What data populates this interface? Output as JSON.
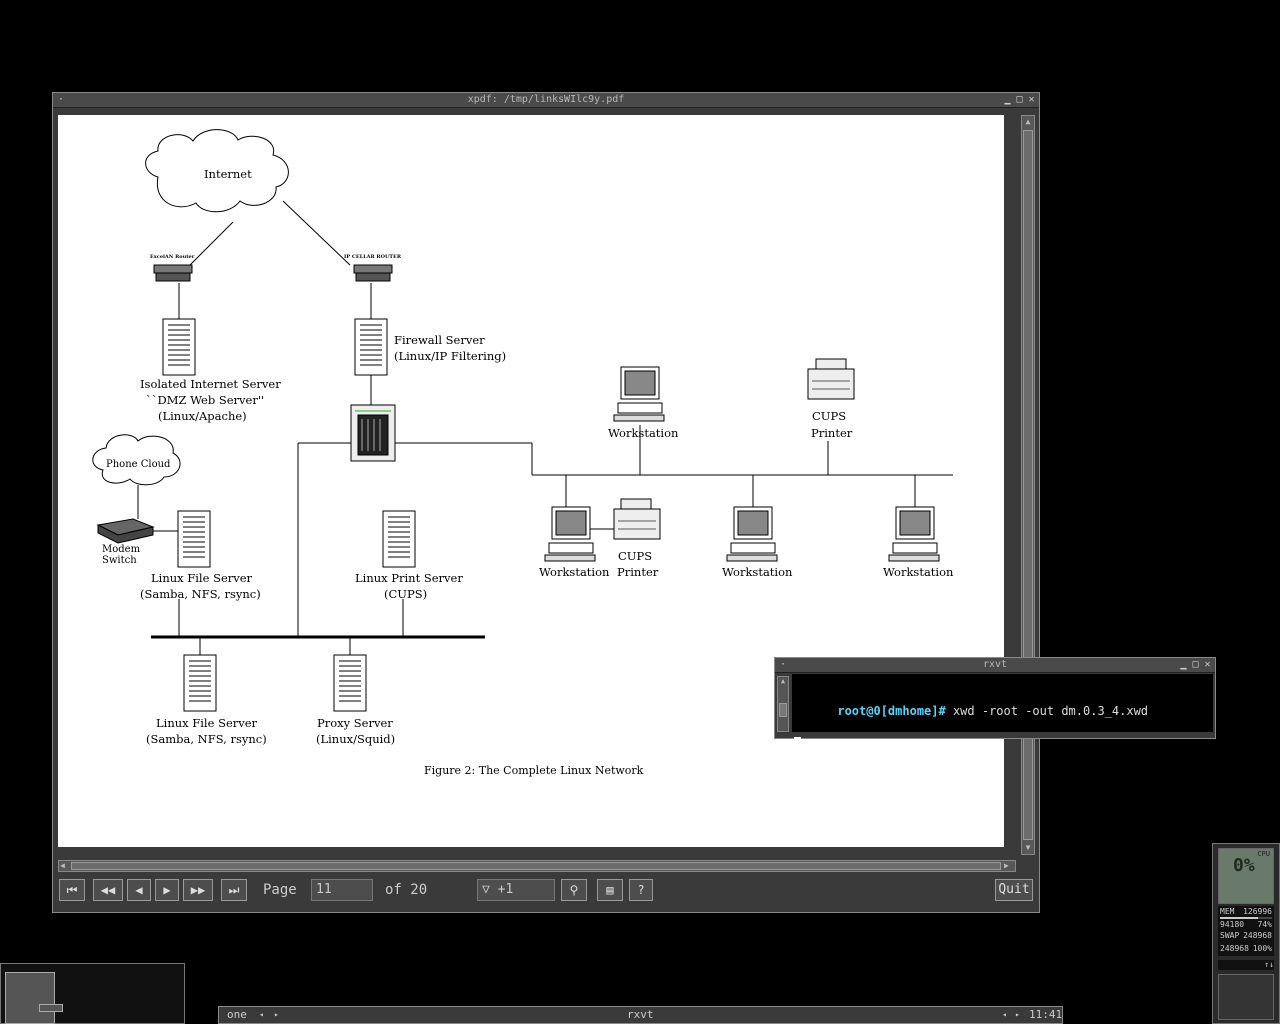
{
  "pdf_window": {
    "title": "xpdf: /tmp/linksWIlc9y.pdf",
    "toolbar": {
      "page_label": "Page",
      "page_value": "11",
      "of_label": "of 20",
      "zoom_value": "+1",
      "quit_label": "Quit",
      "help_label": "?"
    }
  },
  "diagram": {
    "internet": "Internet",
    "router_left": "ExcelAN Router",
    "router_right": "IP CELLAR ROUTER",
    "isolated_server": [
      "Isolated Internet Server",
      "``DMZ Web Server''",
      "(Linux/Apache)"
    ],
    "firewall_server": [
      "Firewall Server",
      "(Linux/IP Filtering)"
    ],
    "phone_cloud": "Phone Cloud",
    "modem_switch": [
      "Modem",
      "Switch"
    ],
    "linux_file_server_1": [
      "Linux File Server",
      "(Samba, NFS, rsync)"
    ],
    "linux_print_server": [
      "Linux Print Server",
      "(CUPS)"
    ],
    "linux_file_server_2": [
      "Linux File Server",
      "(Samba, NFS, rsync)"
    ],
    "proxy_server": [
      "Proxy Server",
      "(Linux/Squid)"
    ],
    "workstation": "Workstation",
    "cups_printer": [
      "CUPS",
      "Printer"
    ],
    "caption": "Figure 2: The Complete Linux Network"
  },
  "rxvt_window": {
    "title": "rxvt",
    "prompt": "root@0[dmhome]#",
    "command": " xwd -root -out dm.0.3_4.xwd"
  },
  "taskbar": {
    "desktop": "one",
    "task": "rxvt",
    "clock": "11:41"
  },
  "sysmon": {
    "cpu_label": "CPU",
    "cpu_value": "0%",
    "mem_label": "MEM",
    "mem_value": "126996",
    "mem_line2_a": "94180",
    "mem_line2_b": "74%",
    "swap_label": "SWAP",
    "swap_value": "248968",
    "swap_line2_a": "248968",
    "swap_line2_b": "100%"
  }
}
